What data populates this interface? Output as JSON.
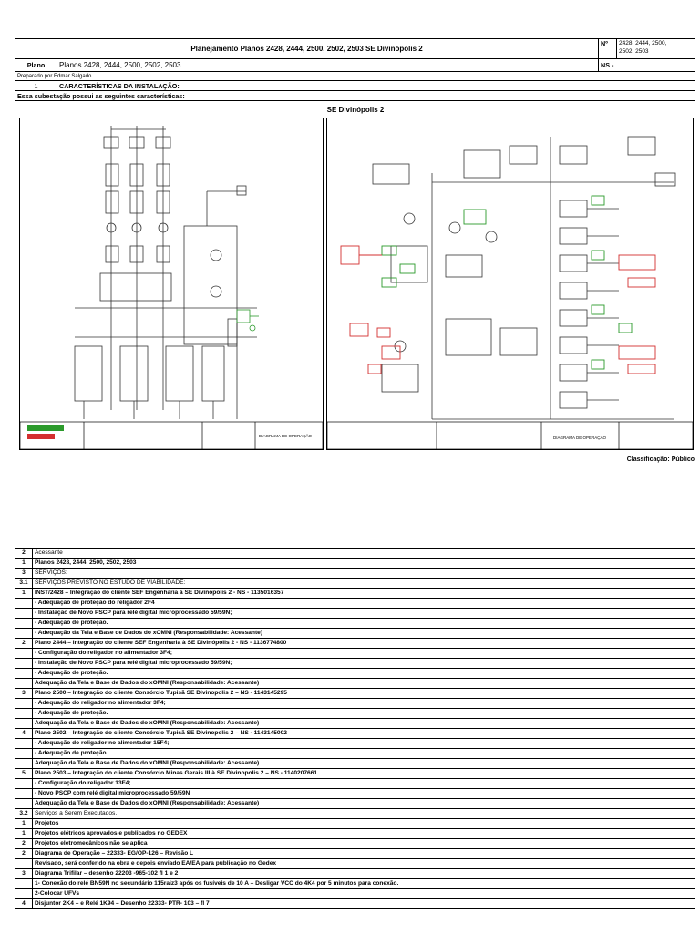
{
  "header": {
    "title": "Planejamento Planos 2428, 2444, 2500, 2502, 2503 SE Divinópolis 2",
    "no_label": "Nº",
    "no_value_1": "2428, 2444, 2500,",
    "no_value_2": "2502, 2503",
    "plano_label": "Plano",
    "plano_value": "Planos 2428, 2444, 2500, 2502, 2503",
    "ns_label": "NS -",
    "prepared_by": "Preparado por Edmar Salgado",
    "section1_num": "1",
    "section1_title": "CARACTERÍSTICAS DA INSTALAÇÃO:",
    "intro": "Essa subestação possui as seguintes características:",
    "substation_name": "SE Divinópolis 2"
  },
  "diagram_left": {
    "stamp": "DIAGRAMA DE OPERAÇÃO"
  },
  "diagram_right": {
    "stamp": "DIAGRAMA DE OPERAÇÃO"
  },
  "classification": "Classificação: Público",
  "services": [
    {
      "num": "2",
      "text": "Acessante",
      "bold": false
    },
    {
      "num": "1",
      "text": "Planos 2428, 2444, 2500, 2502, 2503",
      "bold": true
    },
    {
      "num": "3",
      "text": "SERVIÇOS:",
      "bold": false
    },
    {
      "num": "3.1",
      "text": "SERVIÇOS PREVISTO NO ESTUDO DE VIABILIDADE:",
      "bold": false
    },
    {
      "num": "1",
      "text": "INST/2428 – Integração do cliente SEF Engenharia à SE Divinópolis 2 - NS - 1135016357",
      "bold": true
    },
    {
      "num": "",
      "text": "- Adequação de proteção do religador 2F4",
      "bold": true
    },
    {
      "num": "",
      "text": "- Instalação de Novo PSCP para relé digital microprocessado 59/59N;",
      "bold": true
    },
    {
      "num": "",
      "text": "- Adequação de proteção.",
      "bold": true
    },
    {
      "num": "",
      "text": "- Adequação da Tela e Base de Dados do xOMNI (Responsabilidade: Acessante)",
      "bold": true
    },
    {
      "num": "2",
      "text": "Plano 2444 – Integração do cliente SEF Engenharia à SE Divinópolis 2 - NS - 1136774800",
      "bold": true
    },
    {
      "num": "",
      "text": "- Configuração do religador no alimentador 3F4;",
      "bold": true
    },
    {
      "num": "",
      "text": "- Instalação de Novo PSCP para relé digital microprocessado 59/59N;",
      "bold": true
    },
    {
      "num": "",
      "text": "- Adequação de proteção.",
      "bold": true
    },
    {
      "num": "",
      "text": "Adequação da Tela e Base de Dados do xOMNI (Responsabilidade: Acessante)",
      "bold": true
    },
    {
      "num": "3",
      "text": "Plano 2500 – Integração do cliente Consórcio Tupisã SE Divinopolis 2 – NS - 1143145295",
      "bold": true
    },
    {
      "num": "",
      "text": "- Adequação do religador no alimentador 3F4;",
      "bold": true
    },
    {
      "num": "",
      "text": "- Adequação de proteção.",
      "bold": true
    },
    {
      "num": "",
      "text": "Adequação da Tela e Base de Dados do xOMNI (Responsabilidade: Acessante)",
      "bold": true
    },
    {
      "num": "4",
      "text": "Plano 2502 – Integração do cliente Consórcio Tupisã SE Divinopolis 2 – NS - 1143145002",
      "bold": true
    },
    {
      "num": "",
      "text": "- Adequação do religador no alimentador 15F4;",
      "bold": true
    },
    {
      "num": "",
      "text": "- Adequação de proteção.",
      "bold": true
    },
    {
      "num": "",
      "text": "Adequação da Tela e Base de Dados do xOMNI (Responsabilidade: Acessante)",
      "bold": true
    },
    {
      "num": "5",
      "text": "Plano 2503 – Integração do cliente Consórcio Minas Gerais III à SE Divinopolis 2 – NS - 1140207661",
      "bold": true
    },
    {
      "num": "",
      "text": "- Configuração do religador 13F4;",
      "bold": true
    },
    {
      "num": "",
      "text": "- Novo PSCP com relé digital microprocessado 59/59N",
      "bold": true
    },
    {
      "num": "",
      "text": "Adequação da Tela e Base de Dados do xOMNI (Responsabilidade: Acessante)",
      "bold": true
    },
    {
      "num": "3.2",
      "text": "Serviços a Serem Executados.",
      "bold": false
    },
    {
      "num": "1",
      "text": "Projetos",
      "bold": true
    },
    {
      "num": "1",
      "text": "Projetos elétricos aprovados e publicados no GEDEX",
      "bold": true
    },
    {
      "num": "2",
      "text": "Projetos eletromecânicos não se aplica",
      "bold": true
    },
    {
      "num": "2",
      "text": "Diagrama de Operação – 22333- EG/OP-126 – Revisão L",
      "bold": true
    },
    {
      "num": "",
      "text": "Revisado, será conferido na obra e depois enviado EA/EA para publicação no Gedex",
      "bold": true
    },
    {
      "num": "3",
      "text": "Diagrama Trifilar – desenho 22203 -965-102 fl 1 e 2",
      "bold": true
    },
    {
      "num": "",
      "text": "1- Conexão do relé BN59N no secundário 115raiz3 após os fusíveis de 10 A – Desligar VCC do 4K4 por 5 minutos para conexão.",
      "bold": true
    },
    {
      "num": "",
      "text": "2-Colocar UFVs",
      "bold": true
    },
    {
      "num": "4",
      "text": "Disjuntor 2K4 – e Relé 1K94 – Desenho 22333- PTR- 103 – fl 7",
      "bold": true
    }
  ]
}
